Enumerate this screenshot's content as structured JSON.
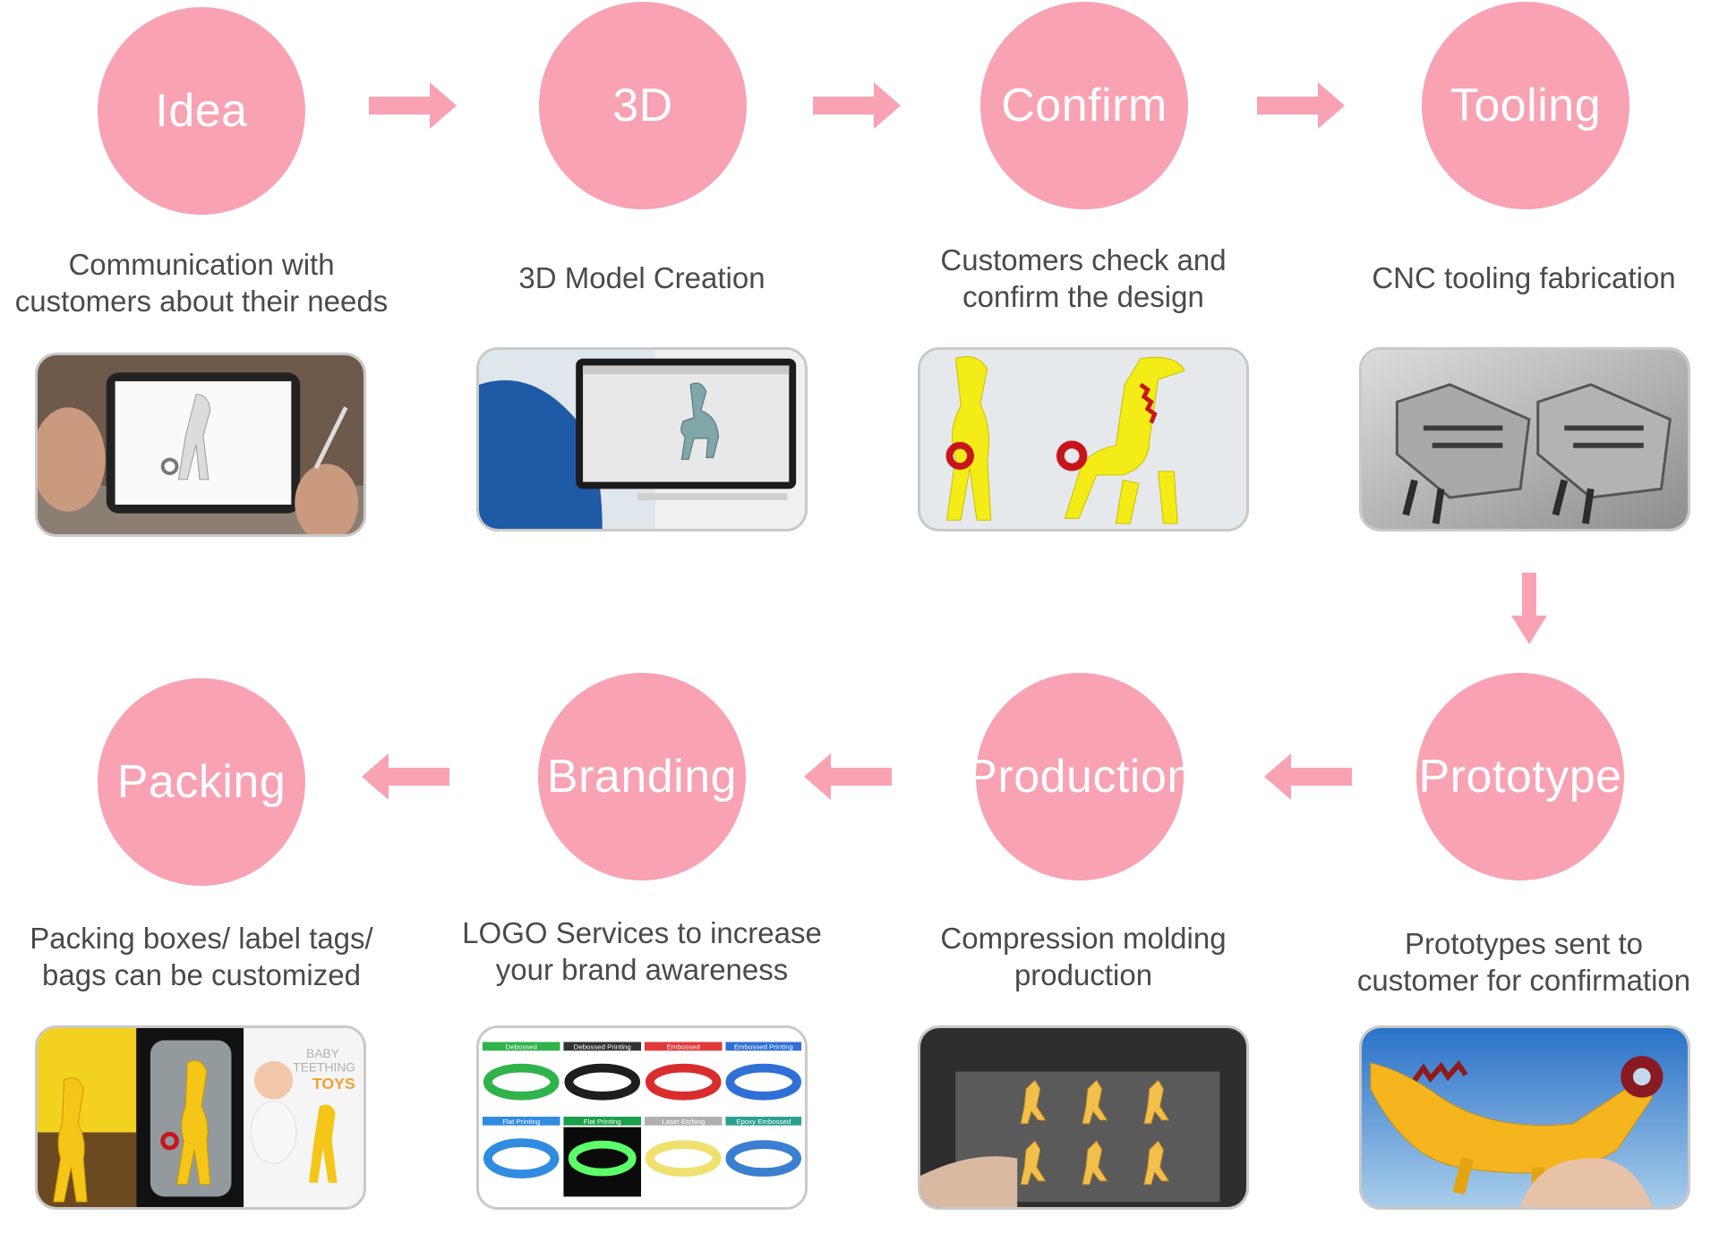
{
  "accent_color": "#f8a2b3",
  "steps": [
    {
      "title": "Idea",
      "desc": [
        "Communication with",
        "customers about their needs"
      ],
      "image": "tablet-giraffe-sketch"
    },
    {
      "title": "3D",
      "desc": [
        "3D Model Creation"
      ],
      "image": "computer-3d-model"
    },
    {
      "title": "Confirm",
      "desc": [
        "Customers check and",
        "confirm the design"
      ],
      "image": "yellow-giraffe-render"
    },
    {
      "title": "Tooling",
      "desc": [
        "CNC tooling fabrication"
      ],
      "image": "steel-mold"
    },
    {
      "title": "Prototype",
      "desc": [
        "Prototypes sent to",
        "customer for confirmation"
      ],
      "image": "prototype-in-hand"
    },
    {
      "title": "Production",
      "desc": [
        "Compression molding",
        "production"
      ],
      "image": "molding-tray"
    },
    {
      "title": "Branding",
      "desc": [
        "LOGO Services to increase",
        "your brand awareness"
      ],
      "image": "printed-wristbands"
    },
    {
      "title": "Packing",
      "desc": [
        "Packing boxes/ label tags/",
        "bags can be customized"
      ],
      "image": "packaged-teether"
    }
  ],
  "branding_image_labels": [
    "Debossed",
    "Debossed Printing",
    "Embossed",
    "Embossed Printing",
    "Flat Printing",
    "Flat Printing",
    "Laser Etching",
    "Epoxy Embossed"
  ],
  "packing_image_labels": [
    "BABY",
    "TEETHING",
    "TOYS"
  ]
}
